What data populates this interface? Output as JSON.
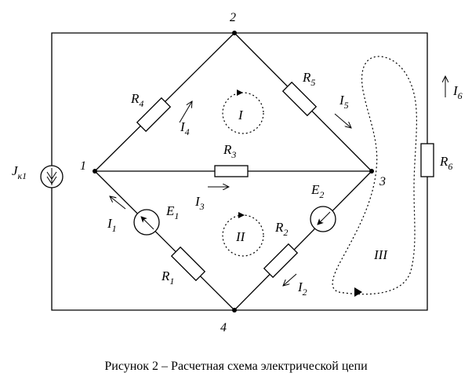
{
  "caption": "Рисунок 2 – Расчетная схема электрической цепи",
  "nodes": {
    "n1": "1",
    "n2": "2",
    "n3": "3",
    "n4": "4"
  },
  "elements": {
    "R1": {
      "letter": "R",
      "index": "1"
    },
    "R2": {
      "letter": "R",
      "index": "2"
    },
    "R3": {
      "letter": "R",
      "index": "3"
    },
    "R4": {
      "letter": "R",
      "index": "4"
    },
    "R5": {
      "letter": "R",
      "index": "5"
    },
    "R6": {
      "letter": "R",
      "index": "6"
    },
    "E1": {
      "letter": "E",
      "index": "1"
    },
    "E2": {
      "letter": "E",
      "index": "2"
    },
    "J": {
      "letter": "J",
      "index": "к1"
    }
  },
  "currents": {
    "I1": {
      "letter": "I",
      "index": "1"
    },
    "I2": {
      "letter": "I",
      "index": "2"
    },
    "I3": {
      "letter": "I",
      "index": "3"
    },
    "I4": {
      "letter": "I",
      "index": "4"
    },
    "I5": {
      "letter": "I",
      "index": "5"
    },
    "I6": {
      "letter": "I",
      "index": "6"
    }
  },
  "loops": {
    "L1": "I",
    "L2": "II",
    "L3": "III"
  }
}
